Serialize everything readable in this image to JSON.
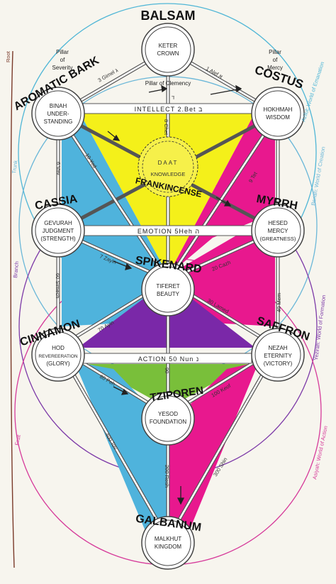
{
  "spices": {
    "balsam": "BALSAM",
    "aromatic_bark": "AROMATIC BARK",
    "costus": "COSTUS",
    "cassia": "CASSIA",
    "myrrh": "MYRRH",
    "frankincense": "FRANKINCENSE",
    "spikenard": "SPIKENARD",
    "cinnamon": "CINNAMON",
    "saffron": "SAFFRON",
    "tziporen": "TZIPOREN",
    "galbanum": "GALBANUM"
  },
  "sefirot": {
    "keter": [
      "KETER",
      "CROWN"
    ],
    "binah": [
      "BINAH",
      "UNDER-",
      "STANDING"
    ],
    "hokhmah": [
      "HOKHMAH",
      "WISDOM"
    ],
    "gevurah": [
      "GEVURAH",
      "JUDGMENT",
      "(STRENGTH)"
    ],
    "hesed": [
      "HESED",
      "MERCY",
      "(GREATNESS)"
    ],
    "tiferet": [
      "TIFERET",
      "BEAUTY"
    ],
    "hod": [
      "HOD",
      "REVEREERATION",
      "(GLORY)"
    ],
    "nezah": [
      "NEZAH",
      "ETERNITY",
      "(VICTORY)"
    ],
    "yesod": [
      "YESOD",
      "FOUNDATION"
    ],
    "malkhut": [
      "MALKHUT",
      "KINGDOM"
    ],
    "daat": [
      "DAAT",
      "KNOWLEDGE"
    ]
  },
  "pillars": {
    "severity": [
      "Pillar",
      "of",
      "Severity"
    ],
    "mercy": [
      "Pillar",
      "of",
      "Mercy"
    ],
    "clemency": "Pillar of Clemency"
  },
  "bars": {
    "intellect": "INTELLECT  2.Bet  ב",
    "emotion": "EMOTION  5Heh  ה",
    "action": "ACTION   50 Nun  נ"
  },
  "paths": {
    "gimel": "3 Gimel  ג",
    "alef": "1 Alef  א",
    "dalet": "ד",
    "chet": "8 Chet",
    "yod": "10 Yod",
    "vav": "6 Vav",
    "tet": "9 Tet",
    "zayin": "7 Zayin",
    "cazh": "20 Cazh",
    "samech": "60 Simech",
    "mem": "40 Mem",
    "ayin": "70 Ayin",
    "lamed": "30 Lamed",
    "tzadi": "90",
    "peh": "80 Peh",
    "kof": "100 Keof",
    "tav": "400 Tov",
    "shin": "300 Shin",
    "resh": "200 Resh"
  },
  "worlds": {
    "root": "Root",
    "trunk": "Trunk",
    "branch": "Branch",
    "fruit": "Fruit",
    "azilut": "Azilut: World of Emanation",
    "beriah": "Beriah: World of Creation",
    "yezirah": "Yezirah: World of Formation",
    "asiyah": "Asiyah: World of Action"
  },
  "colors": {
    "yellow": "#f4f01a",
    "magenta": "#e8188e",
    "cyan": "#4fb3dc",
    "purple": "#7a28a8",
    "green": "#79bf3a",
    "pink": "#f2b8d0",
    "bar_bg": "#ffffff",
    "line": "#555555",
    "world_azilut": "#4fb6d6",
    "world_beriah": "#6ab7d8",
    "world_yezirah": "#7d3aa8",
    "world_asiyah": "#d63a9a",
    "root_line": "#7a3a2a"
  }
}
